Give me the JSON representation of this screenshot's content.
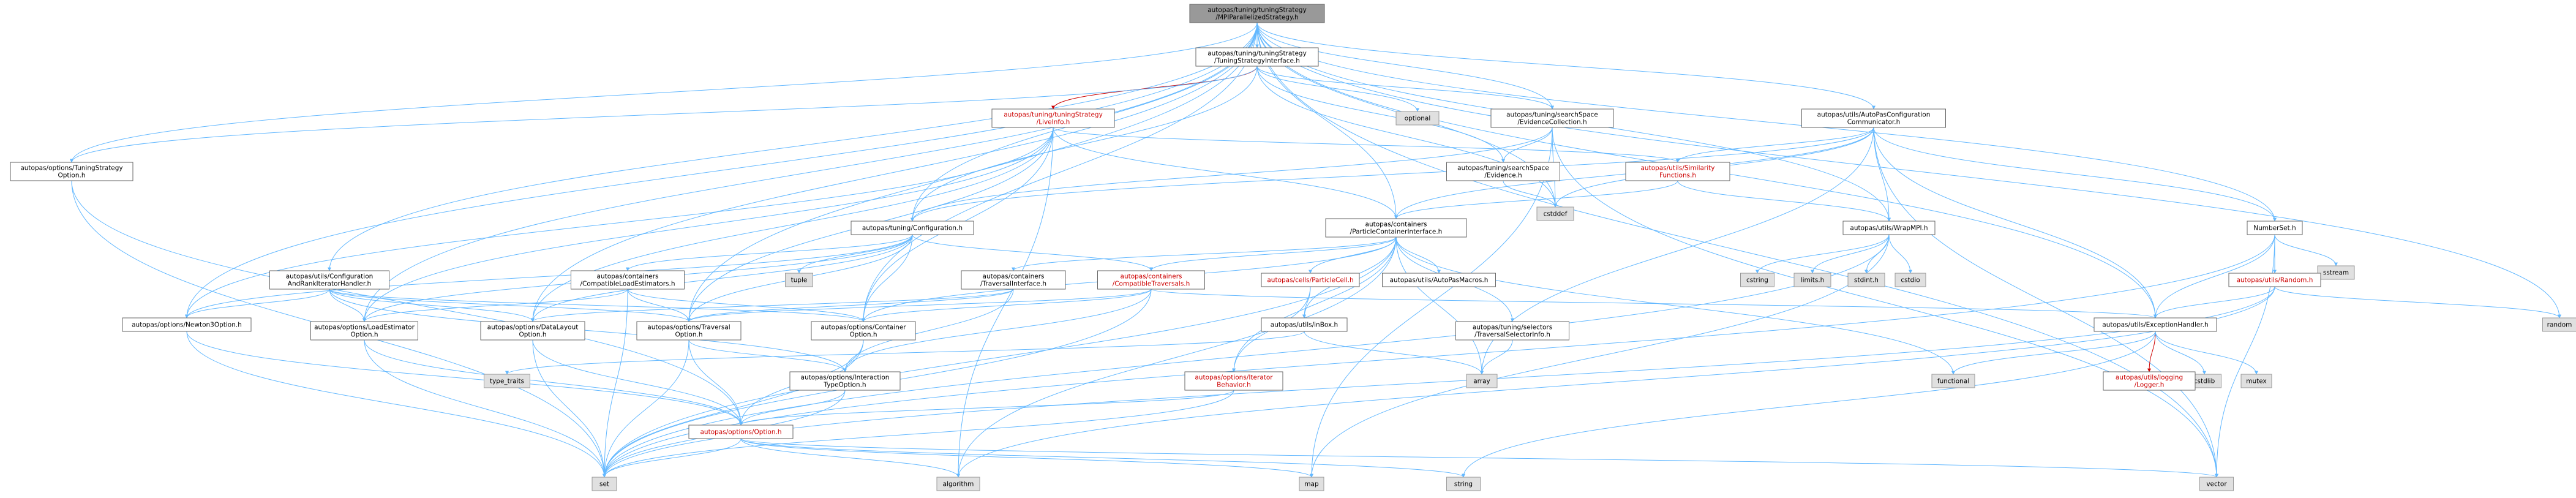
{
  "graph": {
    "title": "autopas/tuning/tuningStrategy/MPIParallelizedStrategy.h",
    "colors": {
      "root_fill": "#999999",
      "node_fill": "#ffffff",
      "node_border": "#666666",
      "system_fill": "#e0e0e0",
      "system_border": "#999999",
      "red_text": "#cc0000",
      "edge": "#63b8ff",
      "edge_red": "#cc0000"
    },
    "nodes": [
      {
        "id": "root",
        "lines": [
          "autopas/tuning/tuningStrategy",
          "/MPIParallelizedStrategy.h"
        ],
        "kind": "root"
      },
      {
        "id": "tsi",
        "lines": [
          "autopas/tuning/tuningStrategy",
          "/TuningStrategyInterface.h"
        ],
        "kind": "normal"
      },
      {
        "id": "liveinfo",
        "lines": [
          "autopas/tuning/tuningStrategy",
          "/LiveInfo.h"
        ],
        "kind": "red"
      },
      {
        "id": "optional",
        "lines": [
          "optional"
        ],
        "kind": "system"
      },
      {
        "id": "evcoll",
        "lines": [
          "autopas/tuning/searchSpace",
          "/EvidenceCollection.h"
        ],
        "kind": "normal"
      },
      {
        "id": "autopascfg",
        "lines": [
          "autopas/utils/AutoPasConfiguration",
          "Communicator.h"
        ],
        "kind": "normal"
      },
      {
        "id": "tsopt",
        "lines": [
          "autopas/options/TuningStrategy",
          "Option.h"
        ],
        "kind": "normal"
      },
      {
        "id": "evidence",
        "lines": [
          "autopas/tuning/searchSpace",
          "/Evidence.h"
        ],
        "kind": "normal"
      },
      {
        "id": "simfun",
        "lines": [
          "autopas/utils/Similarity",
          "Functions.h"
        ],
        "kind": "red"
      },
      {
        "id": "cstddef",
        "lines": [
          "cstddef"
        ],
        "kind": "system"
      },
      {
        "id": "numberset",
        "lines": [
          "NumberSet.h"
        ],
        "kind": "normal"
      },
      {
        "id": "sstream",
        "lines": [
          "sstream"
        ],
        "kind": "system"
      },
      {
        "id": "config",
        "lines": [
          "autopas/tuning/Configuration.h"
        ],
        "kind": "normal"
      },
      {
        "id": "pci",
        "lines": [
          "autopas/containers",
          "/ParticleContainerInterface.h"
        ],
        "kind": "normal"
      },
      {
        "id": "wrapmpi",
        "lines": [
          "autopas/utils/WrapMPI.h"
        ],
        "kind": "normal"
      },
      {
        "id": "random_h",
        "lines": [
          "autopas/utils/Random.h"
        ],
        "kind": "red"
      },
      {
        "id": "configrank",
        "lines": [
          "autopas/utils/Configuration",
          "AndRankIteratorHandler.h"
        ],
        "kind": "normal"
      },
      {
        "id": "compload",
        "lines": [
          "autopas/containers",
          "/CompatibleLoadEstimators.h"
        ],
        "kind": "normal"
      },
      {
        "id": "tuple",
        "lines": [
          "tuple"
        ],
        "kind": "system"
      },
      {
        "id": "traversalif",
        "lines": [
          "autopas/containers",
          "/TraversalInterface.h"
        ],
        "kind": "normal"
      },
      {
        "id": "compatt",
        "lines": [
          "autopas/containers",
          "/CompatibleTraversals.h"
        ],
        "kind": "red"
      },
      {
        "id": "particlecell",
        "lines": [
          "autopas/cells/ParticleCell.h"
        ],
        "kind": "red"
      },
      {
        "id": "macros",
        "lines": [
          "autopas/utils/AutoPasMacros.h"
        ],
        "kind": "normal"
      },
      {
        "id": "cstring",
        "lines": [
          "cstring"
        ],
        "kind": "system"
      },
      {
        "id": "limits",
        "lines": [
          "limits.h"
        ],
        "kind": "system"
      },
      {
        "id": "stdint",
        "lines": [
          "stdint.h"
        ],
        "kind": "system"
      },
      {
        "id": "cstdio",
        "lines": [
          "cstdio"
        ],
        "kind": "system"
      },
      {
        "id": "random",
        "lines": [
          "random"
        ],
        "kind": "system"
      },
      {
        "id": "newton3",
        "lines": [
          "autopas/options/Newton3Option.h"
        ],
        "kind": "normal"
      },
      {
        "id": "loadest",
        "lines": [
          "autopas/options/LoadEstimator",
          "Option.h"
        ],
        "kind": "normal"
      },
      {
        "id": "datalayout",
        "lines": [
          "autopas/options/DataLayout",
          "Option.h"
        ],
        "kind": "normal"
      },
      {
        "id": "travopt",
        "lines": [
          "autopas/options/Traversal",
          "Option.h"
        ],
        "kind": "normal"
      },
      {
        "id": "contopt",
        "lines": [
          "autopas/options/Container",
          "Option.h"
        ],
        "kind": "normal"
      },
      {
        "id": "inbox",
        "lines": [
          "autopas/utils/inBox.h"
        ],
        "kind": "normal"
      },
      {
        "id": "travsel",
        "lines": [
          "autopas/tuning/selectors",
          "/TraversalSelectorInfo.h"
        ],
        "kind": "normal"
      },
      {
        "id": "exchandler",
        "lines": [
          "autopas/utils/ExceptionHandler.h"
        ],
        "kind": "normal"
      },
      {
        "id": "typetraits",
        "lines": [
          "type_traits"
        ],
        "kind": "system"
      },
      {
        "id": "interopt",
        "lines": [
          "autopas/options/Interaction",
          "TypeOption.h"
        ],
        "kind": "normal"
      },
      {
        "id": "iterbeh",
        "lines": [
          "autopas/options/Iterator",
          "Behavior.h"
        ],
        "kind": "red"
      },
      {
        "id": "array",
        "lines": [
          "array"
        ],
        "kind": "system"
      },
      {
        "id": "functional",
        "lines": [
          "functional"
        ],
        "kind": "system"
      },
      {
        "id": "cstdlib",
        "lines": [
          "cstdlib"
        ],
        "kind": "system"
      },
      {
        "id": "mutex",
        "lines": [
          "mutex"
        ],
        "kind": "system"
      },
      {
        "id": "logger",
        "lines": [
          "autopas/utils/logging",
          "/Logger.h"
        ],
        "kind": "red"
      },
      {
        "id": "option",
        "lines": [
          "autopas/options/Option.h"
        ],
        "kind": "red"
      },
      {
        "id": "set",
        "lines": [
          "set"
        ],
        "kind": "system"
      },
      {
        "id": "algorithm",
        "lines": [
          "algorithm"
        ],
        "kind": "system"
      },
      {
        "id": "map",
        "lines": [
          "map"
        ],
        "kind": "system"
      },
      {
        "id": "string",
        "lines": [
          "string"
        ],
        "kind": "system"
      },
      {
        "id": "vector",
        "lines": [
          "vector"
        ],
        "kind": "system"
      }
    ],
    "edges": [
      [
        "root",
        "tsi"
      ],
      [
        "root",
        "evcoll"
      ],
      [
        "root",
        "autopascfg"
      ],
      [
        "root",
        "tsopt"
      ],
      [
        "root",
        "config"
      ],
      [
        "root",
        "pci"
      ],
      [
        "root",
        "wrapmpi"
      ],
      [
        "root",
        "numberset"
      ],
      [
        "root",
        "configrank"
      ],
      [
        "root",
        "newton3"
      ],
      [
        "root",
        "loadest"
      ],
      [
        "root",
        "datalayout"
      ],
      [
        "root",
        "travopt"
      ],
      [
        "root",
        "contopt"
      ],
      [
        "root",
        "exchandler"
      ],
      [
        "root",
        "random"
      ],
      [
        "root",
        "vector"
      ],
      [
        "root",
        "cstddef"
      ],
      [
        "tsi",
        "liveinfo",
        "red"
      ],
      [
        "tsi",
        "optional"
      ],
      [
        "tsi",
        "evcoll"
      ],
      [
        "tsi",
        "evidence"
      ],
      [
        "tsi",
        "config"
      ],
      [
        "tsi",
        "tsopt"
      ],
      [
        "tsi",
        "cstddef"
      ],
      [
        "liveinfo",
        "pci"
      ],
      [
        "liveinfo",
        "simfun"
      ],
      [
        "liveinfo",
        "newton3"
      ],
      [
        "liveinfo",
        "loadest"
      ],
      [
        "liveinfo",
        "datalayout"
      ],
      [
        "liveinfo",
        "travopt"
      ],
      [
        "liveinfo",
        "contopt"
      ],
      [
        "liveinfo",
        "algorithm"
      ],
      [
        "evcoll",
        "evidence"
      ],
      [
        "evcoll",
        "config"
      ],
      [
        "evcoll",
        "cstddef"
      ],
      [
        "evcoll",
        "vector"
      ],
      [
        "evcoll",
        "map"
      ],
      [
        "autopascfg",
        "simfun"
      ],
      [
        "autopascfg",
        "config"
      ],
      [
        "autopascfg",
        "wrapmpi"
      ],
      [
        "autopascfg",
        "numberset"
      ],
      [
        "autopascfg",
        "exchandler"
      ],
      [
        "autopascfg",
        "array"
      ],
      [
        "autopascfg",
        "cstddef"
      ],
      [
        "autopascfg",
        "vector"
      ],
      [
        "autopascfg",
        "pci"
      ],
      [
        "tsopt",
        "option"
      ],
      [
        "tsopt",
        "set"
      ],
      [
        "evidence",
        "cstddef"
      ],
      [
        "simfun",
        "wrapmpi"
      ],
      [
        "simfun",
        "pci"
      ],
      [
        "numberset",
        "sstream"
      ],
      [
        "numberset",
        "random_h"
      ],
      [
        "numberset",
        "exchandler"
      ],
      [
        "numberset",
        "set"
      ],
      [
        "numberset",
        "vector"
      ],
      [
        "config",
        "compload"
      ],
      [
        "config",
        "compatt"
      ],
      [
        "config",
        "tuple"
      ],
      [
        "config",
        "newton3"
      ],
      [
        "config",
        "loadest"
      ],
      [
        "config",
        "datalayout"
      ],
      [
        "config",
        "travopt"
      ],
      [
        "config",
        "contopt"
      ],
      [
        "pci",
        "traversalif"
      ],
      [
        "pci",
        "compatt"
      ],
      [
        "pci",
        "particlecell"
      ],
      [
        "pci",
        "macros"
      ],
      [
        "pci",
        "travsel"
      ],
      [
        "pci",
        "inbox"
      ],
      [
        "pci",
        "iterbeh"
      ],
      [
        "pci",
        "array"
      ],
      [
        "pci",
        "functional"
      ],
      [
        "pci",
        "algorithm"
      ],
      [
        "pci",
        "contopt"
      ],
      [
        "pci",
        "set"
      ],
      [
        "wrapmpi",
        "cstring"
      ],
      [
        "wrapmpi",
        "limits"
      ],
      [
        "wrapmpi",
        "stdint"
      ],
      [
        "wrapmpi",
        "cstdio"
      ],
      [
        "wrapmpi",
        "map"
      ],
      [
        "wrapmpi",
        "set"
      ],
      [
        "random_h",
        "random"
      ],
      [
        "random_h",
        "exchandler"
      ],
      [
        "random_h",
        "algorithm"
      ],
      [
        "random_h",
        "set"
      ],
      [
        "configrank",
        "newton3"
      ],
      [
        "configrank",
        "loadest"
      ],
      [
        "configrank",
        "datalayout"
      ],
      [
        "configrank",
        "travopt"
      ],
      [
        "configrank",
        "contopt"
      ],
      [
        "configrank",
        "interopt"
      ],
      [
        "compload",
        "loadest"
      ],
      [
        "compload",
        "travopt"
      ],
      [
        "compload",
        "contopt"
      ],
      [
        "compload",
        "set"
      ],
      [
        "traversalif",
        "datalayout"
      ],
      [
        "traversalif",
        "travopt"
      ],
      [
        "traversalif",
        "interopt"
      ],
      [
        "compatt",
        "travopt"
      ],
      [
        "compatt",
        "contopt"
      ],
      [
        "compatt",
        "interopt"
      ],
      [
        "compatt",
        "exchandler"
      ],
      [
        "compatt",
        "set"
      ],
      [
        "particlecell",
        "iterbeh"
      ],
      [
        "particlecell",
        "inbox"
      ],
      [
        "newton3",
        "option"
      ],
      [
        "newton3",
        "set"
      ],
      [
        "loadest",
        "option"
      ],
      [
        "loadest",
        "set"
      ],
      [
        "datalayout",
        "option"
      ],
      [
        "datalayout",
        "set"
      ],
      [
        "travopt",
        "option"
      ],
      [
        "travopt",
        "interopt"
      ],
      [
        "travopt",
        "set"
      ],
      [
        "contopt",
        "option"
      ],
      [
        "contopt",
        "set"
      ],
      [
        "inbox",
        "array"
      ],
      [
        "inbox",
        "typetraits"
      ],
      [
        "travsel",
        "array"
      ],
      [
        "exchandler",
        "logger",
        "red"
      ],
      [
        "exchandler",
        "functional"
      ],
      [
        "exchandler",
        "cstdlib"
      ],
      [
        "exchandler",
        "mutex"
      ],
      [
        "exchandler",
        "string"
      ],
      [
        "interopt",
        "option"
      ],
      [
        "interopt",
        "set"
      ],
      [
        "iterbeh",
        "option"
      ],
      [
        "iterbeh",
        "set"
      ],
      [
        "option",
        "set"
      ],
      [
        "option",
        "algorithm"
      ],
      [
        "option",
        "map"
      ],
      [
        "option",
        "string"
      ],
      [
        "option",
        "vector"
      ]
    ]
  }
}
